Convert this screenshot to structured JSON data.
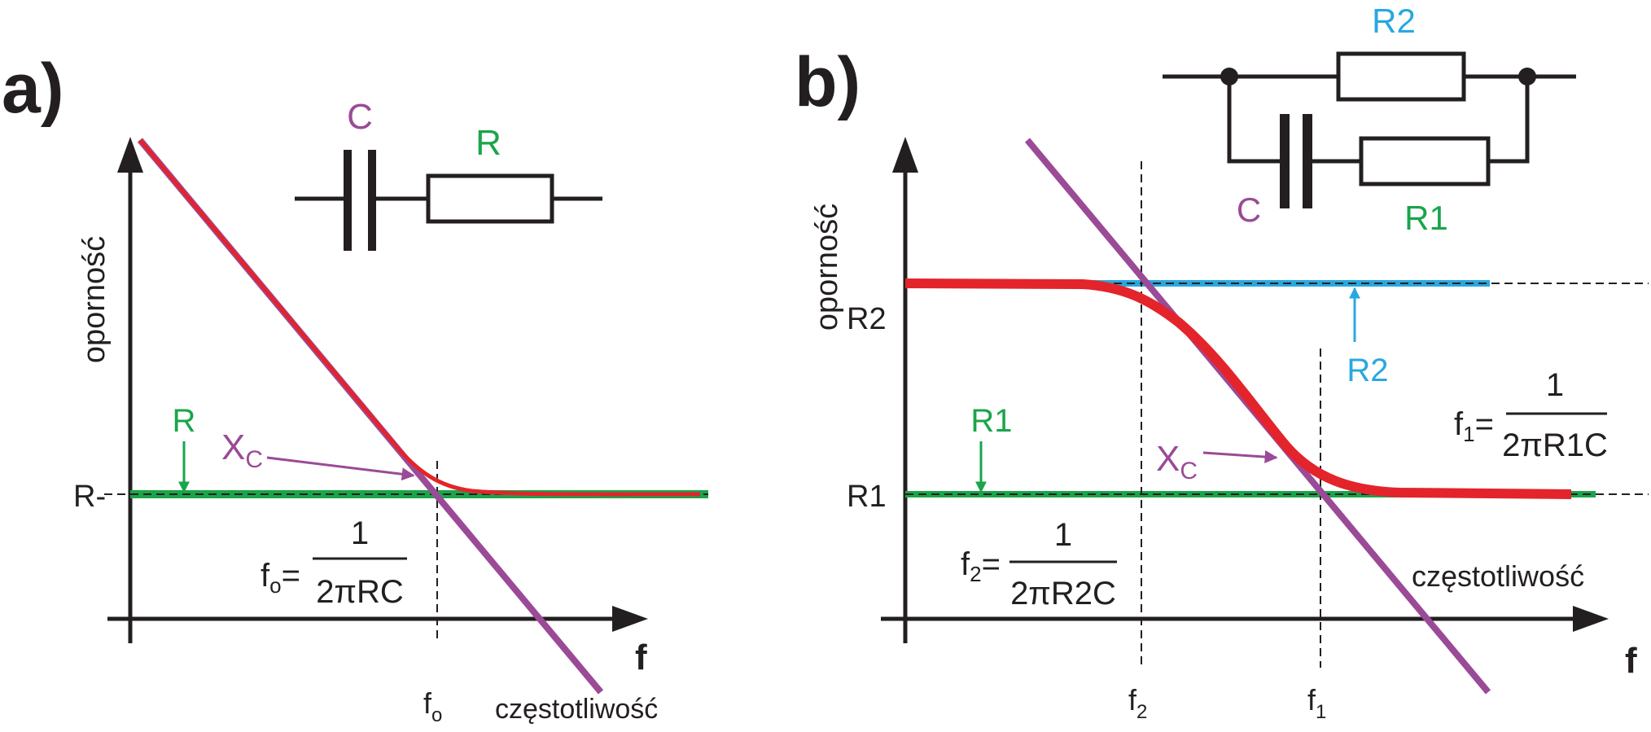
{
  "panels": {
    "a": {
      "label": "a)",
      "y_axis_label": "oporność",
      "x_axis_label": "f",
      "x_axis_caption": "częstotliwość",
      "y_tick": "R-",
      "x_tick": "fo",
      "x_tick_main": "f",
      "x_tick_sub": "o",
      "r_label": "R",
      "xc_main": "X",
      "xc_sub": "C",
      "formula": {
        "lhs_main": "f",
        "lhs_sub": "o",
        "eq": "=",
        "numerator": "1",
        "denominator": "2πRC"
      },
      "circuit": {
        "capacitor_label": "C",
        "resistor_label": "R"
      }
    },
    "b": {
      "label": "b)",
      "y_axis_label": "oporność",
      "x_axis_label": "f",
      "x_axis_caption": "częstotliwość",
      "y_tick_high": "R2",
      "y_tick_low": "R1",
      "x_ticks": [
        {
          "main": "f",
          "sub": "2"
        },
        {
          "main": "f",
          "sub": "1"
        }
      ],
      "r1_label": "R1",
      "r2_label": "R2",
      "xc_main": "X",
      "xc_sub": "C",
      "formula_f1": {
        "lhs_main": "f",
        "lhs_sub": "1",
        "eq": "=",
        "numerator": "1",
        "denominator": "2πR1C"
      },
      "formula_f2": {
        "lhs_main": "f",
        "lhs_sub": "2",
        "eq": "=",
        "numerator": "1",
        "denominator": "2πR2C"
      },
      "circuit": {
        "r2_label": "R2",
        "r1_label": "R1",
        "capacitor_label": "C"
      }
    }
  },
  "colors": {
    "axis": "#231f20",
    "reactance": "#9b4a97",
    "impedance": "#e3242b",
    "resistance_r": "#1aa54a",
    "resistance_r2": "#29a8e0"
  }
}
